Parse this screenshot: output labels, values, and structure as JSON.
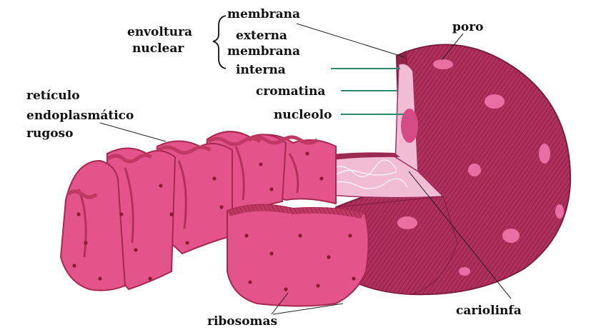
{
  "labels": {
    "envoltura_line1": "envoltura",
    "envoltura_line2": "nuclear",
    "membrana_externa_line1": "membrana",
    "membrana_externa_line2": "externa",
    "membrana_interna_line1": "membrana",
    "membrana_interna_line2": "interna",
    "poro": "poro",
    "cromatina": "cromatina",
    "nucleolo": "nucleolo",
    "reticulo_line1": "retículo",
    "reticulo_line2": "endoplasmático",
    "reticulo_line3": "rugoso",
    "ribosomas": "ribosomas",
    "cariolinfa": "cariolinfa"
  },
  "colors": {
    "envelope": "#b0305c",
    "envelope_dark": "#7e1b3e",
    "nucleoplasm": "#f1bdd5",
    "nucleolus": "#d64b86",
    "er_face": "#e3548a",
    "er_edge": "#a7284f",
    "ribosome": "#8a1c2c",
    "leader_green": "#2d8a68",
    "leader_dark": "#222222"
  }
}
